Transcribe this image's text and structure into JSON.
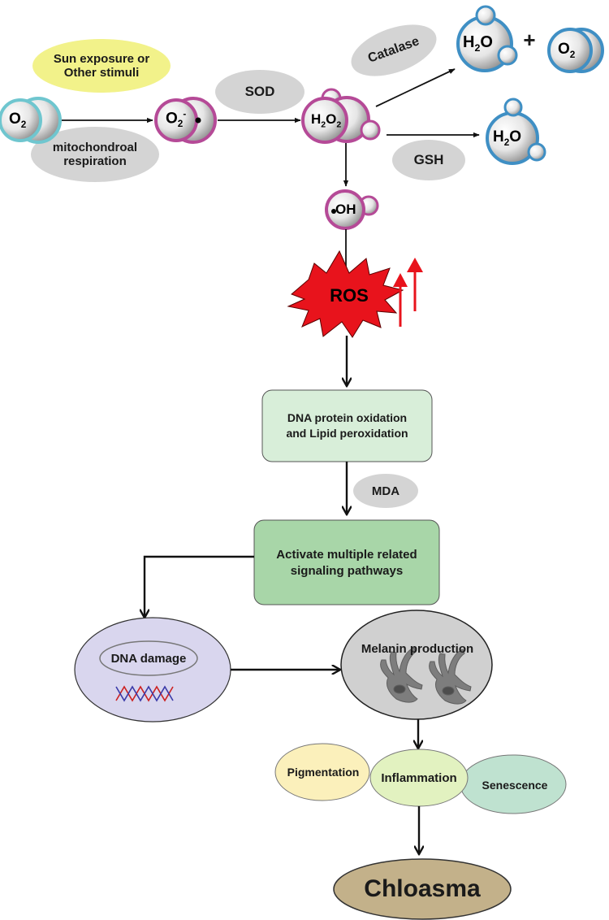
{
  "nodes": {
    "sun_exposure": "Sun exposure or\nOther stimuli",
    "mito": "mitochondroal\nrespiration",
    "sod": "SOD",
    "catalase": "Catalase",
    "gsh": "GSH",
    "ros": "ROS",
    "dna_protein": "DNA  protein oxidation\nand Lipid peroxidation",
    "mda": "MDA",
    "activate": "Activate multiple related\nsignaling pathways",
    "dna_damage": "DNA damage",
    "melanin": "Melanin production",
    "pigmentation": "Pigmentation",
    "inflammation": "Inflammation",
    "senescence": "Senescence",
    "chloasma": "Chloasma",
    "plus": "+"
  },
  "molecules": {
    "o2_left": {
      "base": "O",
      "sub": "2"
    },
    "superoxide": {
      "base": "O",
      "sub": "2",
      "sup": "-"
    },
    "h2o2": {
      "a": "H",
      "a_sub": "2",
      "b": "O",
      "b_sub": "2"
    },
    "h2o_top": {
      "a": "H",
      "a_sub": "2",
      "b": "O"
    },
    "o2_top": {
      "base": "O",
      "sub": "2"
    },
    "h2o_mid": {
      "a": "H",
      "a_sub": "2",
      "b": "O"
    },
    "oh": {
      "base": "OH"
    }
  },
  "colors": {
    "gray_ellipse": "#d4d4d4",
    "yellow_ellipse": "#f2f28a",
    "light_green_box": "#d8eed9",
    "green_box": "#a8d6a8",
    "dna_damage_fill": "#d9d6ee",
    "melanin_fill": "#d0d0d0",
    "pigmentation_fill": "#fbf0bb",
    "inflammation_fill": "#e2f2c0",
    "senescence_fill": "#bfe2d0",
    "chloasma_fill": "#c3b18a",
    "ros_burst": "#e8131c",
    "up_arrow": "#e8131c",
    "teal_ring": "#6fc6cf",
    "magenta_ring": "#b54a97",
    "blue_ring": "#3f8fc4"
  }
}
